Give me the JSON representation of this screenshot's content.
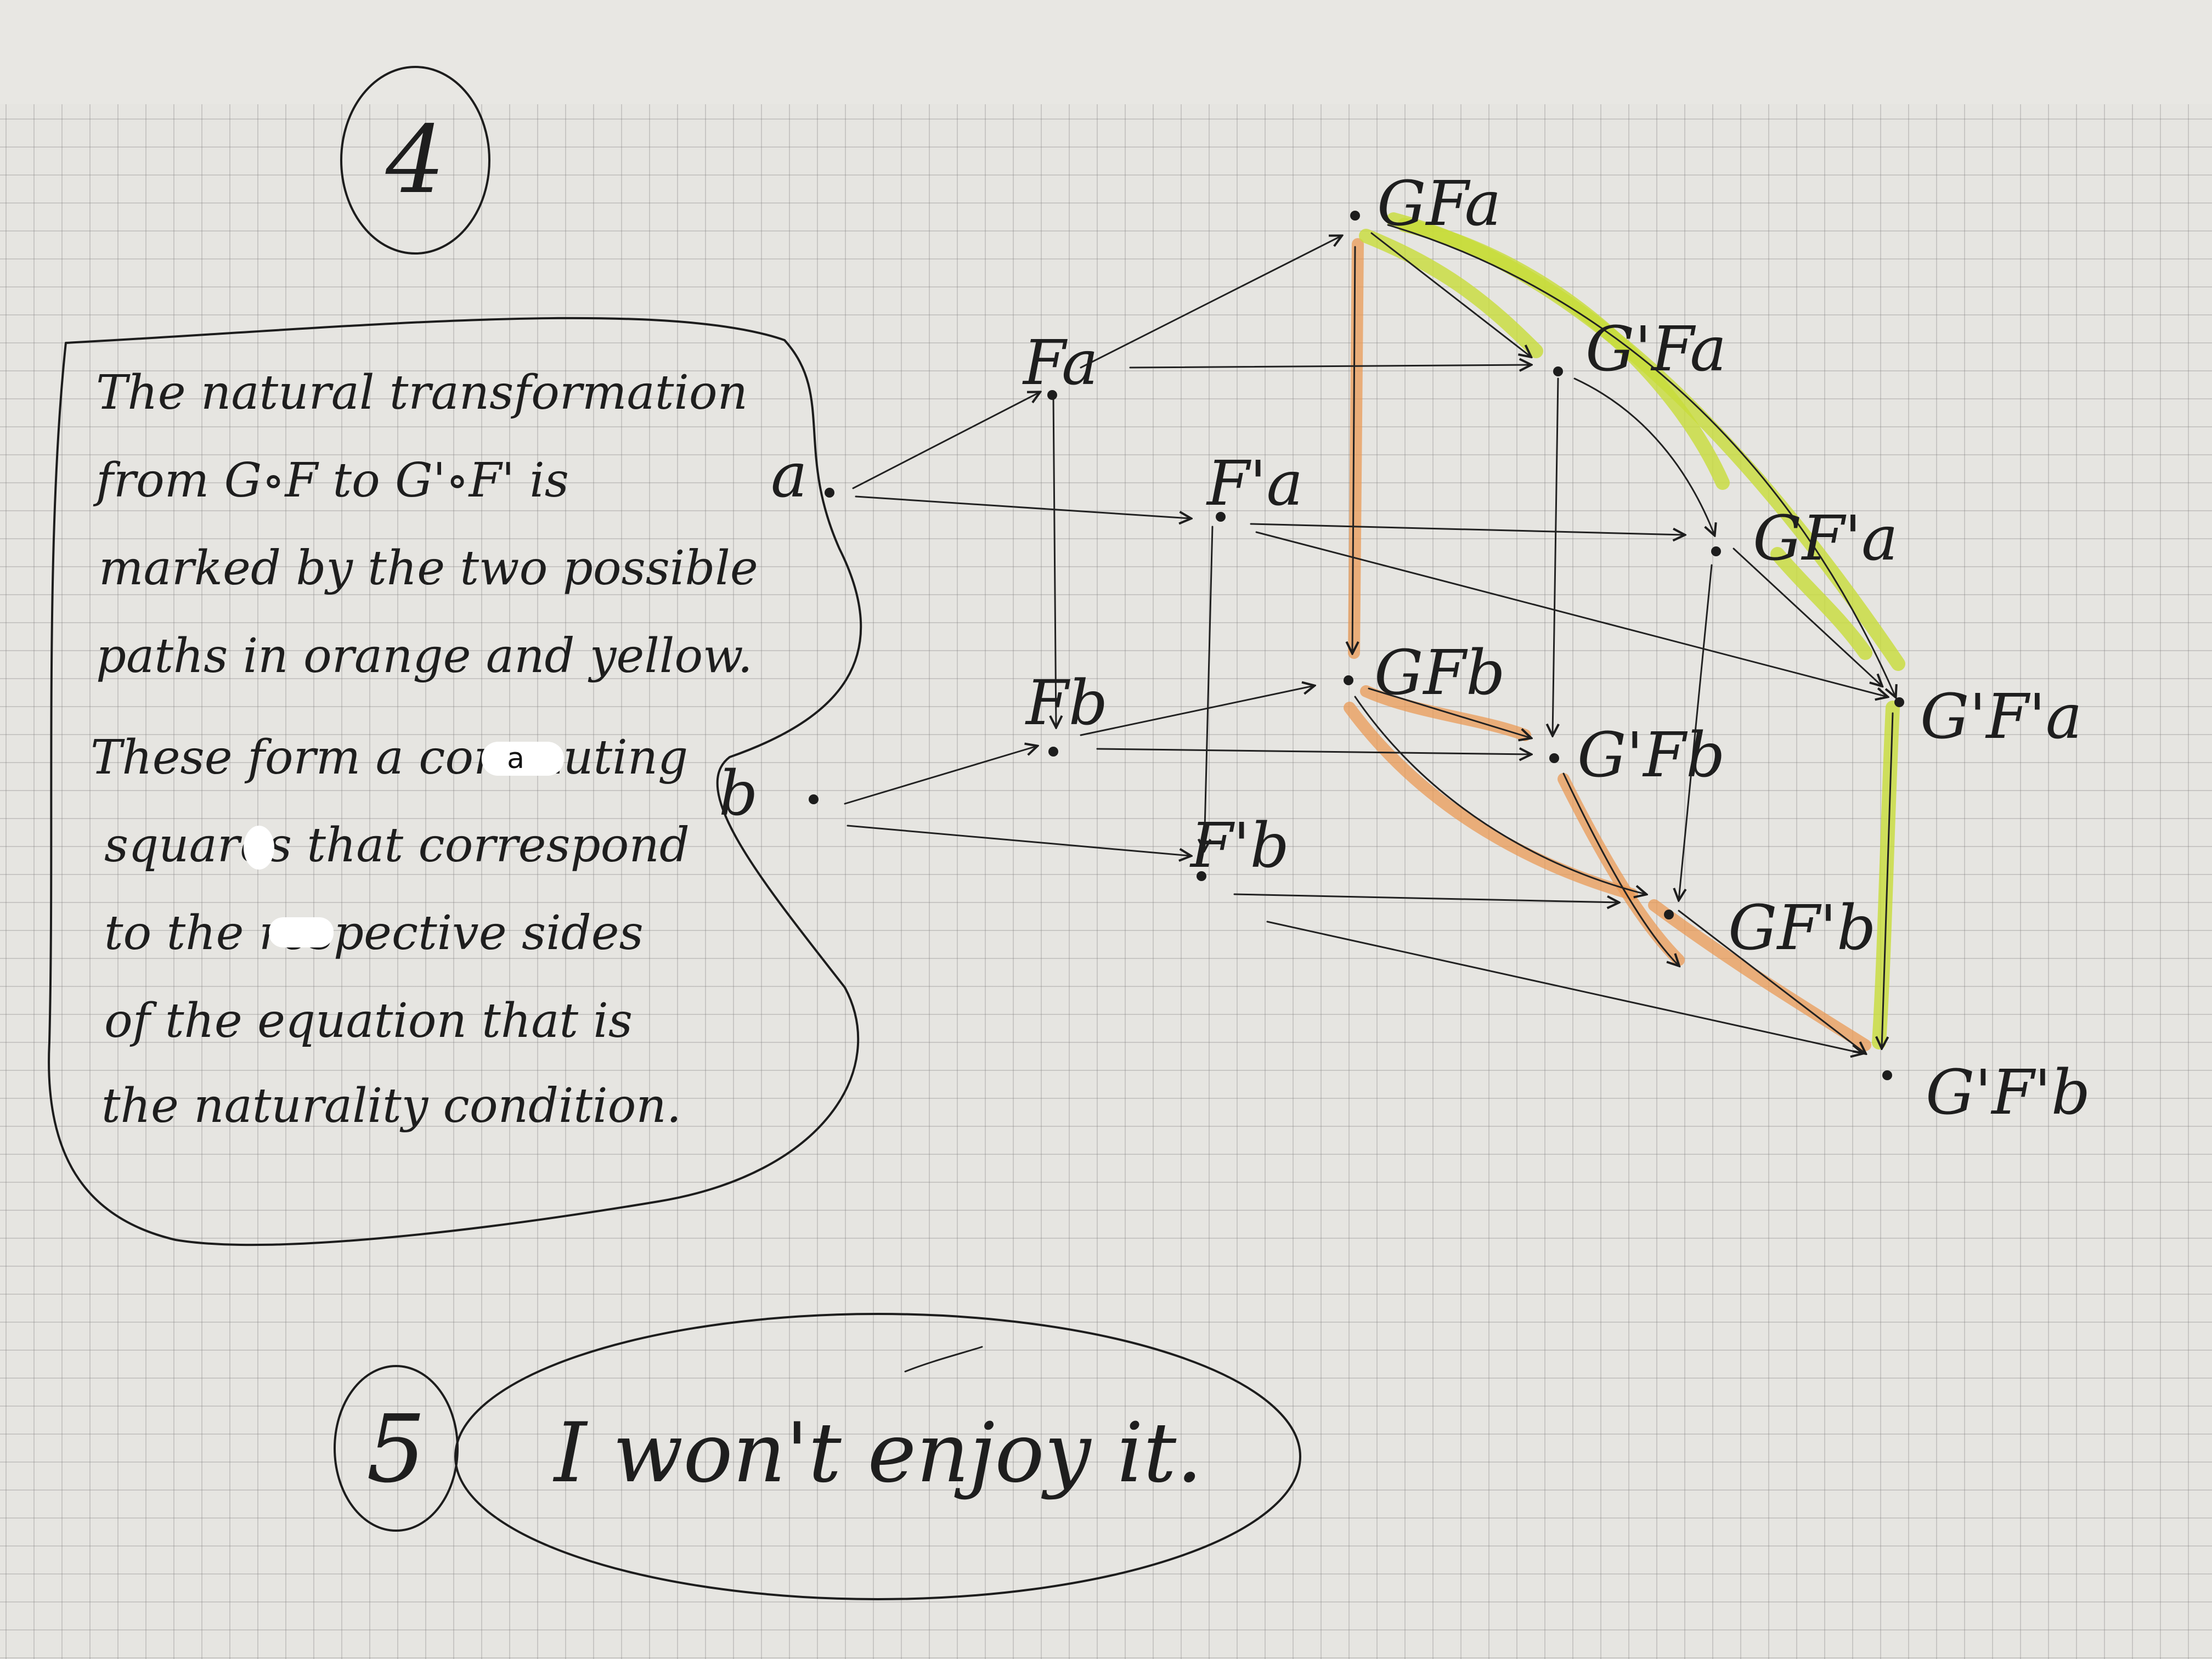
{
  "section4": {
    "number": "4",
    "note_lines": [
      "The natural transformation",
      "from G∘F to G'∘F' is",
      "marked by the two possible",
      "paths in orange and yellow.",
      "These form a commuting",
      "squares that correspond",
      "to the respective sides",
      "of the equation that is",
      "the naturality condition."
    ],
    "redaction_label": "a"
  },
  "diagram": {
    "highlight_colors": {
      "orange": "#e99a55",
      "yellow": "#c8dc3a"
    },
    "nodes": {
      "a": "a",
      "b": "b",
      "Fa": "Fa",
      "Fb": "Fb",
      "F1a": "F'a",
      "F1b": "F'b",
      "GFa": "GFa",
      "G1Fa": "G'Fa",
      "GF1a": "GF'a",
      "G1F1a": "G'F'a",
      "GFb": "GFb",
      "G1Fb": "G'Fb",
      "GF1b": "GF'b",
      "G1F1b": "G'F'b"
    }
  },
  "section5": {
    "number": "5",
    "text": "I won't enjoy it."
  }
}
